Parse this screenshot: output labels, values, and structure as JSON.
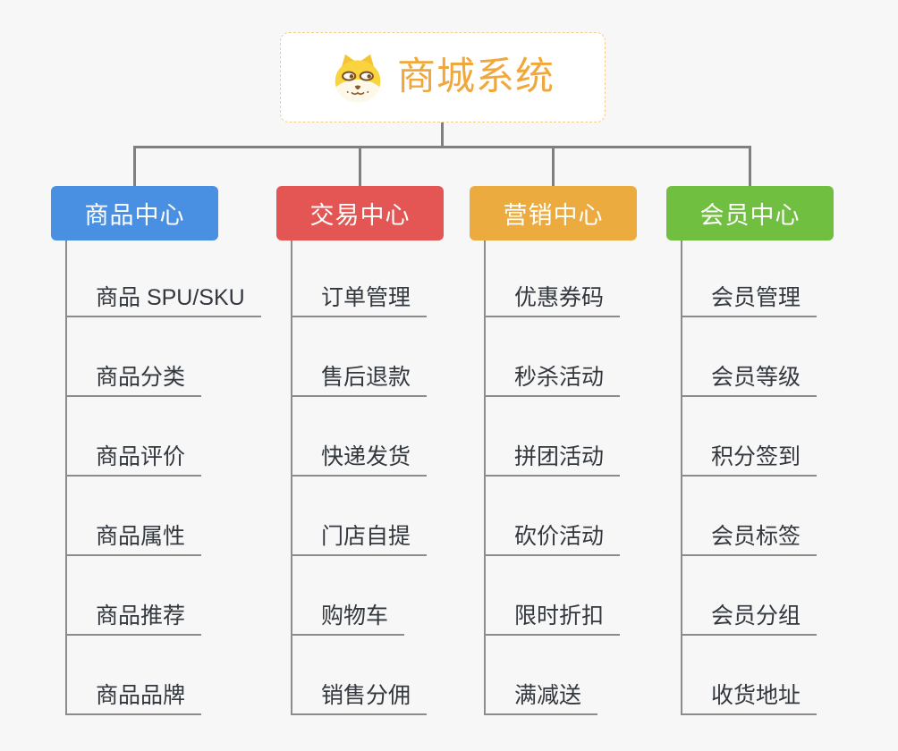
{
  "colors": {
    "page-bg": "#f7f7f7",
    "connector": "#808080",
    "leaf-line": "#8c8c8c",
    "leaf-text": "#33383f",
    "node-text": "#ffffff",
    "root-text": "#f0a83c",
    "root-border": "#f3cc8a"
  },
  "root": {
    "title": "商城系统",
    "icon": "dog-face-icon"
  },
  "branches": [
    {
      "label": "商品中心",
      "color": "#4a90e2",
      "items": [
        "商品 SPU/SKU",
        "商品分类",
        "商品评价",
        "商品属性",
        "商品推荐",
        "商品品牌"
      ]
    },
    {
      "label": "交易中心",
      "color": "#e35653",
      "items": [
        "订单管理",
        "售后退款",
        "快递发货",
        "门店自提",
        "购物车",
        "销售分佣"
      ]
    },
    {
      "label": "营销中心",
      "color": "#ecab3e",
      "items": [
        "优惠券码",
        "秒杀活动",
        "拼团活动",
        "砍价活动",
        "限时折扣",
        "满减送"
      ]
    },
    {
      "label": "会员中心",
      "color": "#70bf41",
      "items": [
        "会员管理",
        "会员等级",
        "积分签到",
        "会员标签",
        "会员分组",
        "收货地址"
      ]
    }
  ]
}
